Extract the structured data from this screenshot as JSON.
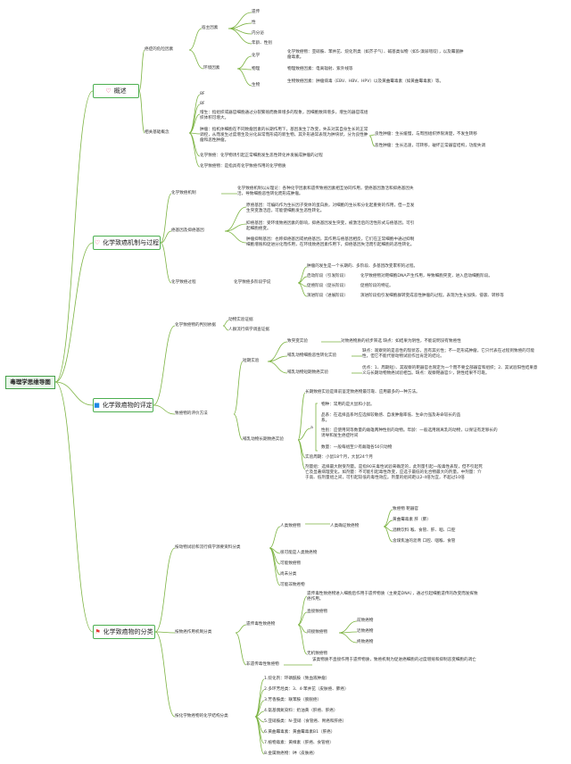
{
  "root": "毒理学思维导图",
  "main": [
    {
      "label": "概述",
      "icon": "heart-icon",
      "icon_color": "#e91e63"
    },
    {
      "label": "化学致癌机制与过程",
      "icon": "heart-icon",
      "icon_color": "#e91e63"
    },
    {
      "label": "化学致癌物的评定",
      "icon": "square-icon",
      "icon_color": "#1e88e5"
    },
    {
      "label": "化学致癌物的分类",
      "icon": "flag-icon",
      "icon_color": "#e53935"
    }
  ],
  "overview": {
    "risk": "癌症的危险因素",
    "host": "宿主因素",
    "host_items": [
      "遗传",
      "性",
      "内分泌",
      "年龄、性别"
    ],
    "env": "环境因素",
    "chem": "化学",
    "chem_text": "化学致癌物：亚硝胺、苯并芘、烷化剂类（如芥子气）、碱基类似物（如5-溴尿嘧啶），以及霉菌肿瘤毒素。",
    "phys": "物理",
    "phys_text": "物理致癌因素：电离辐射、紫外线等",
    "bio": "生物",
    "bio_text": "生物致癌因素：肿瘤病毒（EBV、HBV、HPV）以及黄曲霉毒素（如黄曲霉毒素）等。",
    "concept": "相关基础概念",
    "c1": "8F",
    "c2": "8F",
    "c3": "增生：指组织或器官细胞通过分裂繁殖而数目增多的现象，因细胞数目增多，增生的器官或组织体积可增大。",
    "c4": "肿瘤：指机体细胞在不同致瘤因素的长期作用下，基因发生了改变，失去对其自身生长的正常调控，从而发生过度增生及分化异常而形成的新生物，其外形通常表现为肿块状，分为良性肿瘤和恶性肿瘤。",
    "benign": "良性肿瘤：生长缓慢，与周围组织界限清楚，不发生转移",
    "malignant": "恶性肿瘤：生长迅速，可转移，破坏正常器官结构，功能失调",
    "c5": "化学致癌：化学物诱引起正常细胞发生恶性转化并发展成肿瘤的过程",
    "c6": "化学致癌物：是指具有化学致癌作用的化学物质"
  },
  "mech": {
    "m1": "化学致癌机制",
    "m1_text": "化学致癌机制以从理论：各种化学因素和遗传致癌因素相互协同作用，使癌基因激活和抑癌基因失活，导致细胞恶性转化而形成肿瘤。",
    "m2": "癌基因及抑癌基因",
    "m2_a": "原癌基因：可编码作为生长因子受体的蛋白质，对细胞的生长和分化起重要的作用，但一旦发生突变激活后，可能使细胞发生恶性转化。",
    "m2_b": "抑癌基因：受环境致癌因素的影响，抑癌基因发生突变，被激活后的活性形式与癌基因，可引起细胞癌变。",
    "m2_c": "肿瘤抑制基因：也称抑癌基因或抗癌基因，其作用与癌基因相反，它们在正常细胞中通过抑制细胞增殖和促进分化而作用，在环境致癌因素作用下，抑癌基因失活而引起细胞的恶性转化。",
    "m3": "化学致癌过程",
    "m3_sub": "化学致癌多阶段学说",
    "m3_intro": "肿瘤的发生是一个长期的、多阶段、多基因改变累积的过程。",
    "s1": "启动阶段（引发阶段）",
    "s1_text": "化学致癌物对靶细胞DNA产生作用，导致细胞突变，进入启动细胞阶段。",
    "s2": "促癌阶段（促长阶段）",
    "s2_text": "促癌阶段的特征。",
    "s3": "演进阶段（进展阶段）",
    "s3_text": "演进阶段指引发细胞群转变成恶性肿瘤的过程。表现为生长加快、侵袭、转移等"
  },
  "eval": {
    "e1": "化学致癌物的判别依据",
    "e1_items": [
      "动物实验证据",
      "人群流行病学调查证据"
    ],
    "e2": "致癌物的评价方法",
    "short": "短期实验",
    "sh1": "致突变实验",
    "sh1_text": "对致癌物质的初步筛选 缺点：如结果为阴性，不能说明没有致癌性",
    "sh2": "哺乳动物细胞恶性转化实验",
    "sh2_text": "缺点：观察到的是恶性的现状态，且有其劣性；不一定形成肿瘤，它只代表在过程到致癌的可能性，但它不能代替动物试验作出肯定的结论。",
    "sh3": "哺乳动物短期致癌实验",
    "sh3_text": "优点：1、周期短）、其观察的靶器官也限定为一个而不要全部器官和组织；2、其试验阳性结果意义与长期动物致癌试验相当。缺点：观察靶器官少，阴性结果不可靠。",
    "long": "哺乳动物长期致癌实验",
    "l0": "长期致癌实验是目前鉴定致癌物最可靠、应用最多的一种方法。",
    "l_bracket": "a",
    "l1": "物种：常用的是大鼠和小鼠。",
    "l2": "品系：在选择品系时应选择较敏感、自发肿瘤率低、生命力强及寿命较长的品系。",
    "l3": "性别：应使用同等数量的雌雄两种性别的动物。年龄：一般选用刚离乳的动物，以保证有足够长的诱导和发生癌症时间",
    "l4": "数量：一般每组至少有雌雄各50只动物",
    "l5": "实验周期：小鼠18个月，大鼠24个月",
    "l6": "剂量组：选择最大耐受剂量。是指90天毒性试验来确定的，此剂量引起一般毒性表现，但不引起死亡及显著病理变化。如剂量：不可能引起毒性改变，应选于最低的化合物最大的剂量。中剂量：介于高、低剂量组之间，可引起较低的毒性效应。剂量的组间距以2-4倍为宜，不超过10倍"
  },
  "cls": {
    "k1": "按动物试验和流行病学源要资料分类",
    "human": "人类致癌物",
    "human_sub": "人类确证致癌物",
    "h_items": [
      "致癌物 靶器官",
      "黄曲霉毒素 肝（肺）",
      "酒精饮料 喉、食管、肝、咽、口腔",
      "含煤焦油的沥青 口腔、咽喉、食管"
    ],
    "k1_items": [
      "很可能是人类致癌物",
      "可能致癌物",
      "尚未分类",
      "可能非致癌物"
    ],
    "k2": "按致癌作用机制分类",
    "geno": "遗传毒性致癌物",
    "geno_text": "遗传毒性致癌物进入细胞后作用于遗传物质（主要是DNA），通过引起细胞遗传的改变而发挥致癌作用。",
    "direct": "直接致癌物",
    "indirect": "间接致癌物",
    "ind_items": [
      "前致癌物",
      "近致癌物",
      "终致癌物"
    ],
    "inorganic": "无机致癌物",
    "nongeno": "非遗传毒性致癌物",
    "nongeno_text": "该类物质不直接作用于遗传物质，致癌机制为促进癌细胞的过度增殖和抑制恶变细胞的凋亡",
    "k3": "按化学致癌物的化学结构分类",
    "struct": [
      "1.烷化剂：环磷酰胺（致血液肿瘤）",
      "2.多环芳烃类：3、4-苯并芘（皮肤癌、肺癌）",
      "3.芳香胺类：联苯胺（膀胱癌）",
      "4.氨基偶氮染料：奶油黄（肝癌、肝癌）",
      "5.亚硝胺类：N-亚硝（食管癌、胃癌和肝癌）",
      "6.黄曲霉毒素：黄曲霉毒素B1（肝癌）",
      "7.植物毒素：黄樟素（肝癌、食管癌）",
      "8.金属致癌物：砷（皮肤癌）"
    ]
  }
}
